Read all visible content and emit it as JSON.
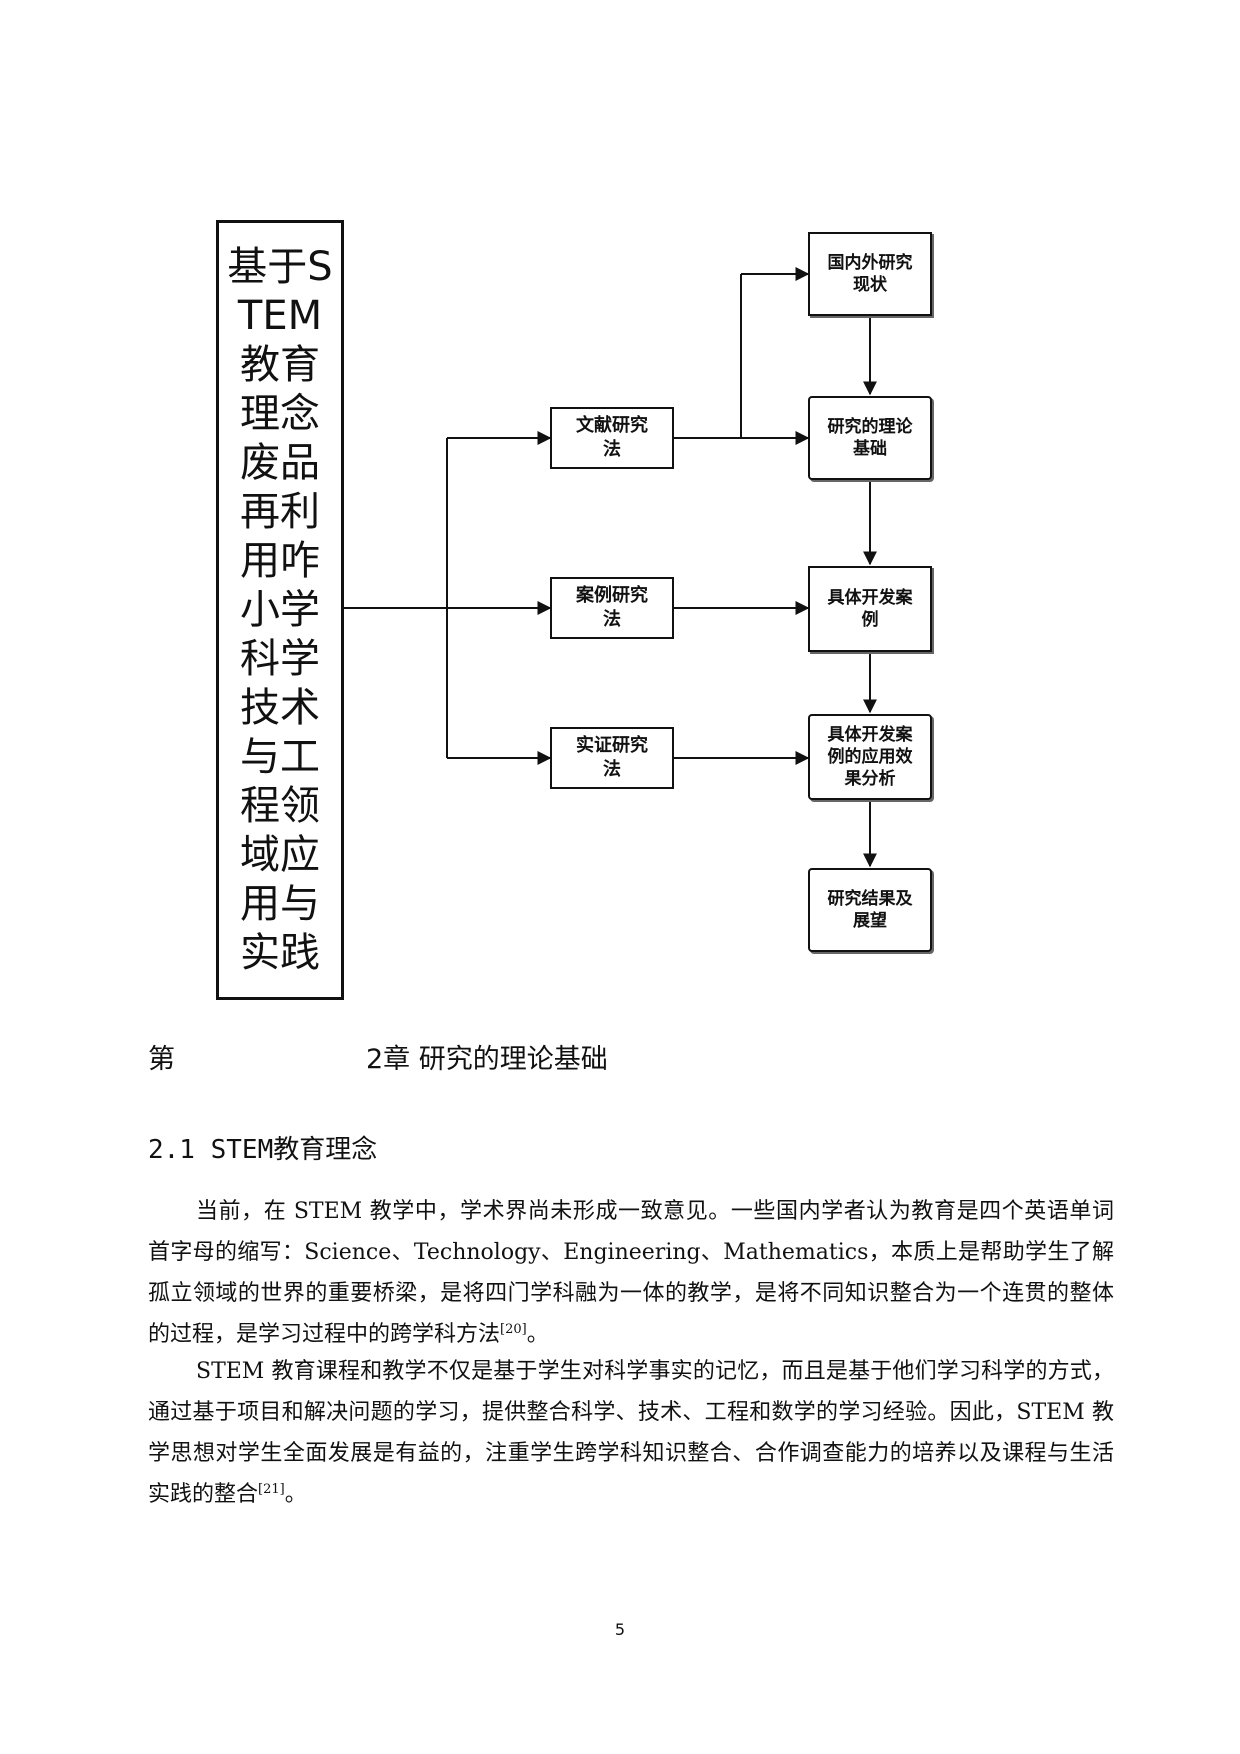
{
  "flowchart": {
    "main_topic": "基于STEM教育理念废品再利用咋小学科学技术与工程领域应用与实践",
    "methods": [
      "文献研究法",
      "案例研究法",
      "实证研究法"
    ],
    "steps": [
      "国内外研究现状",
      "研究的理论基础",
      "具体开发案例",
      "具体开发案例的应用效果分析",
      "研究结果及展望"
    ]
  },
  "chapter": {
    "prefix": "第",
    "number_title": "2章  研究的理论基础"
  },
  "section": {
    "title": "2.1 STEM教育理念"
  },
  "paragraphs": [
    {
      "text": "当前，在 STEM 教学中，学术界尚未形成一致意见。一些国内学者认为教育是四个英语单词首字母的缩写：Science、Technology、Engineering、Mathematics，本质上是帮助学生了解孤立领域的世界的重要桥梁，是将四门学科融为一体的教学，是将不同知识整合为一个连贯的整体的过程，是学习过程中的跨学科方法",
      "ref": "[20]",
      "end": "。"
    },
    {
      "text": "STEM 教育课程和教学不仅是基于学生对科学事实的记忆，而且是基于他们学习科学的方式，通过基于项目和解决问题的学习，提供整合科学、技术、工程和数学的学习经验。因此，STEM 教学思想对学生全面发展是有益的，注重学生跨学科知识整合、合作调查能力的培养以及课程与生活实践的整合",
      "ref": "[21]",
      "end": "。"
    }
  ],
  "page_number": "5"
}
